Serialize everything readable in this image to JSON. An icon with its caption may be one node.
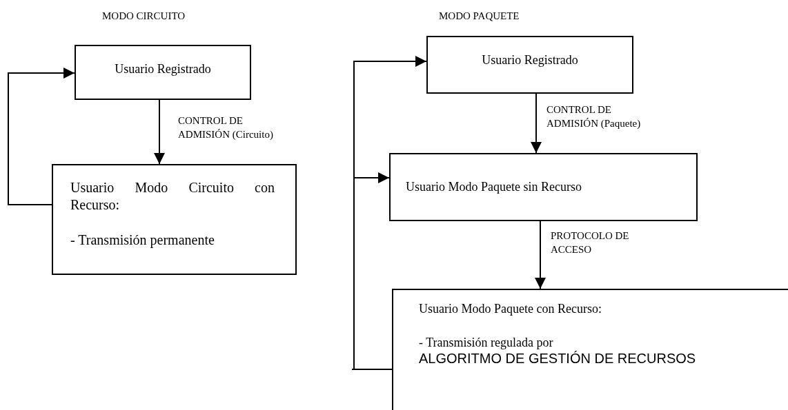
{
  "diagram": {
    "nodes": [
      {
        "text": [
          "Usuario Registrado"
        ]
      },
      {
        "text": [
          "Usuario Modo Circuito con Recurso:",
          "- Transmisión permanente"
        ]
      },
      {
        "text": [
          "Usuario Registrado"
        ]
      },
      {
        "text": [
          "Usuario Modo Paquete sin Recurso"
        ]
      },
      {
        "text": [
          "Usuario Modo Paquete con Recurso:",
          "- Transmisión regulada por",
          "ALGORITMO DE GESTIÓN DE RECURSOS"
        ]
      }
    ],
    "edges": [
      {
        "from": 0,
        "to": 1,
        "arrow": "to",
        "label": "CONTROL DE ADMISIÓN (Circuito)"
      },
      {
        "from": 1,
        "to": 0,
        "arrow": "to"
      },
      {
        "from": 2,
        "to": 3,
        "arrow": "to",
        "label": "CONTROL DE ADMISIÓN (Paquete)"
      },
      {
        "from": 3,
        "to": 4,
        "arrow": "to",
        "label": "PROTOCOLO DE ACCESO"
      },
      {
        "from": 4,
        "to": 2,
        "arrow": "to"
      },
      {
        "from": 4,
        "to": 3,
        "arrow": "to"
      }
    ],
    "labels": [
      "MODO CIRCUITO",
      "MODO PAQUETE"
    ]
  }
}
